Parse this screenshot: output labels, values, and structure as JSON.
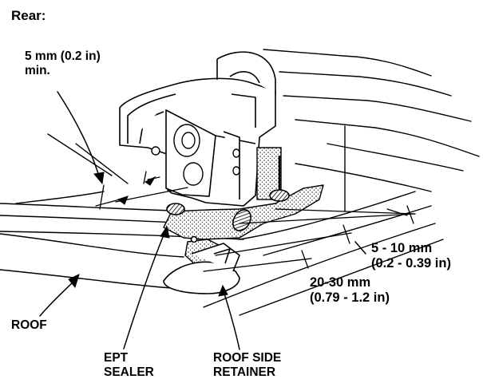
{
  "heading": "Rear:",
  "labels": {
    "min_gap": {
      "line1": "5 mm (0.2 in)",
      "line2": "min."
    },
    "roof": "ROOF",
    "ept_sealer": {
      "line1": "EPT",
      "line2": "SEALER"
    },
    "roof_side_retainer": {
      "line1": "ROOF SIDE",
      "line2": "RETAINER"
    },
    "dim_5_10": {
      "line1": "5 - 10 mm",
      "line2": "(0.2 - 0.39 in)"
    },
    "dim_20_30": {
      "line1": "20-30 mm",
      "line2": "(0.79 - 1.2 in)"
    }
  },
  "colors": {
    "ink": "#000000",
    "paper": "#ffffff",
    "sealer_stipple": "#000000"
  }
}
